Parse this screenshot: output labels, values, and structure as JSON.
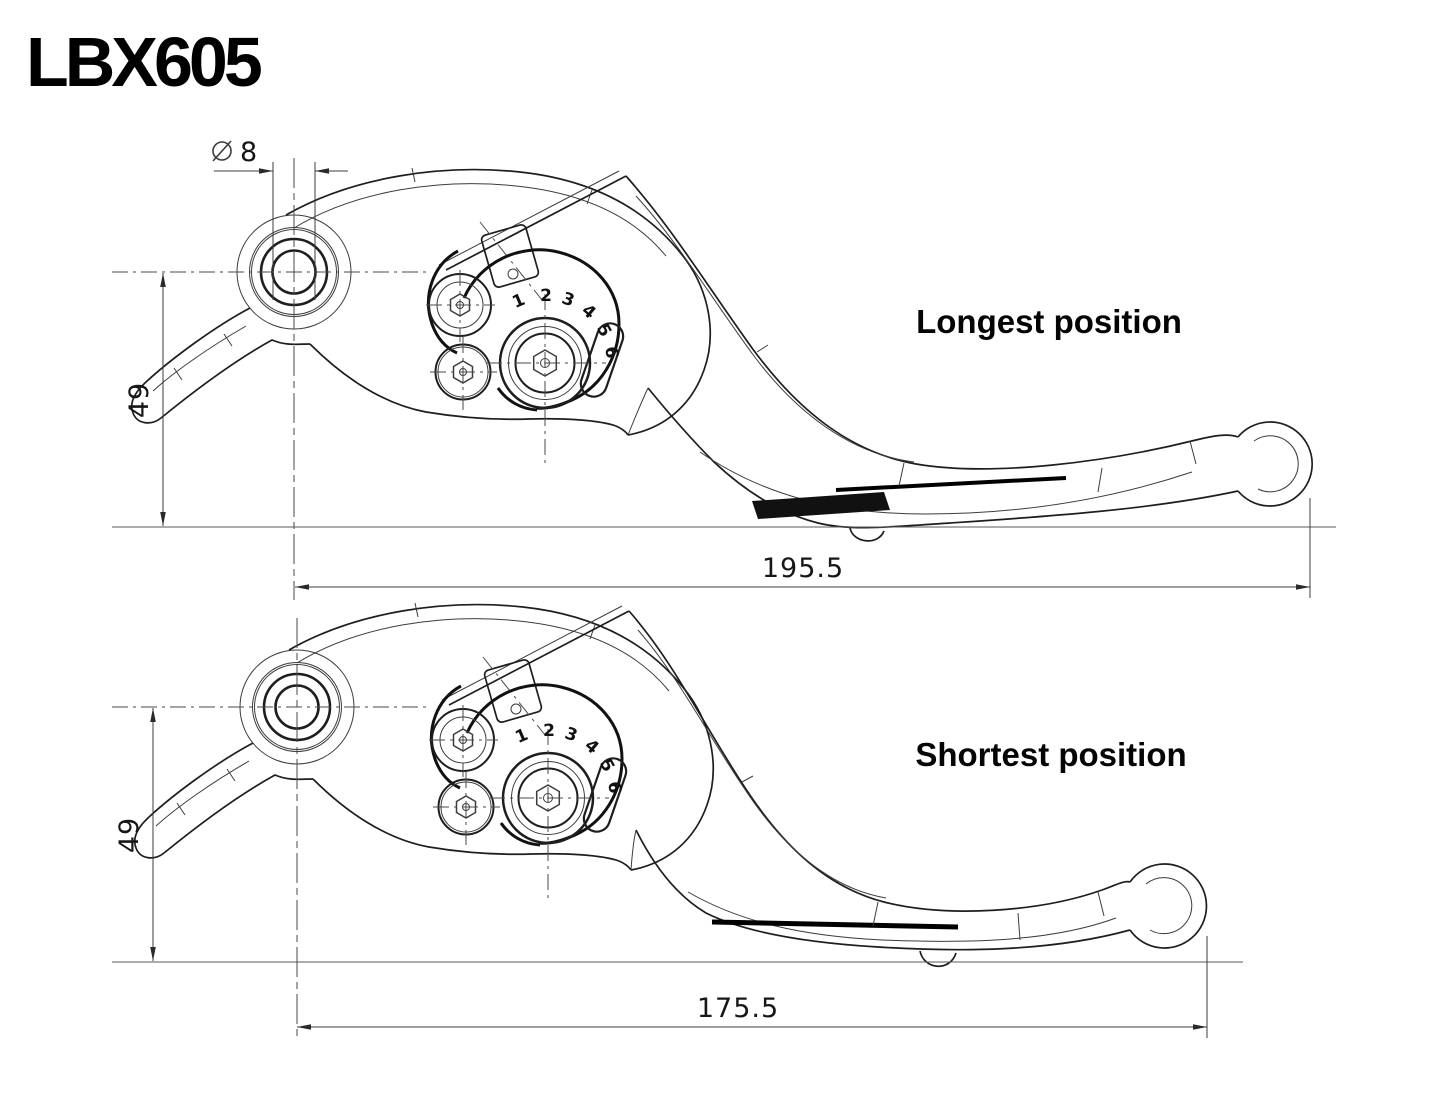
{
  "title": "LBX605",
  "views": {
    "longest": {
      "label": "Longest position",
      "length": "195.5",
      "height": "49",
      "bore_symbol": "diameter",
      "bore_value": "8"
    },
    "shortest": {
      "label": "Shortest position",
      "length": "175.5",
      "height": "49"
    }
  },
  "adjuster": {
    "numbers": [
      "1",
      "2",
      "3",
      "4",
      "5",
      "6"
    ]
  },
  "colors": {
    "background": "#ffffff",
    "main_line": "#1e1e1e",
    "thin_line": "#3c3c3c",
    "text": "#000000"
  }
}
